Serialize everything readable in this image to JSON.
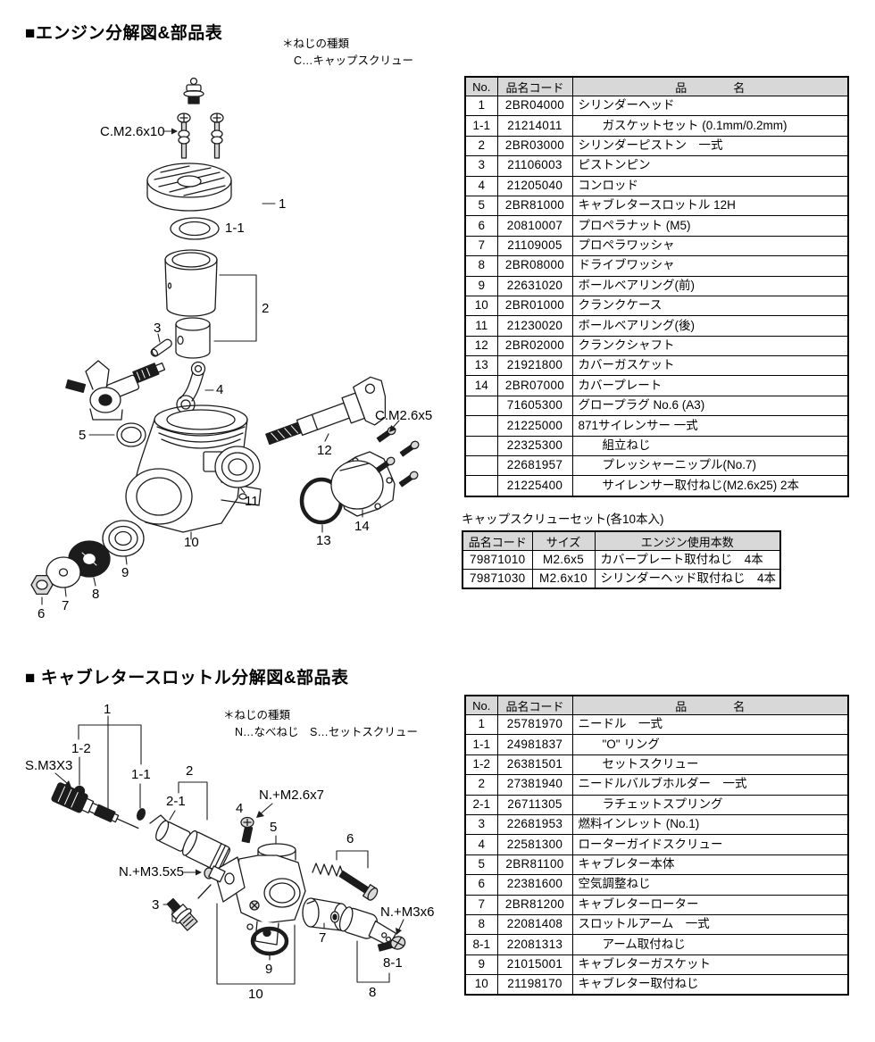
{
  "engine": {
    "title": "■エンジン分解図&部品表",
    "note_line1": "＊ねじの種類",
    "note_line2": "C…キャップスクリュー",
    "labels": {
      "cm2610": "C.M2.6x10",
      "cm265": "C.M2.6x5",
      "p1": "1",
      "p1_1": "1-1",
      "p2": "2",
      "p3": "3",
      "p4": "4",
      "p5": "5",
      "p6": "6",
      "p7": "7",
      "p8": "8",
      "p9": "9",
      "p10": "10",
      "p11": "11",
      "p12": "12",
      "p13": "13",
      "p14": "14"
    },
    "table": {
      "headers": {
        "no": "No.",
        "code": "品名コード",
        "name": "品　　　　名"
      },
      "rows": [
        {
          "no": "1",
          "code": "2BR04000",
          "name": "シリンダーヘッド"
        },
        {
          "no": "1-1",
          "code": "21214011",
          "name": "　　ガスケットセット (0.1mm/0.2mm)"
        },
        {
          "no": "2",
          "code": "2BR03000",
          "name": "シリンダーピストン　一式"
        },
        {
          "no": "3",
          "code": "21106003",
          "name": "ピストンピン"
        },
        {
          "no": "4",
          "code": "21205040",
          "name": "コンロッド"
        },
        {
          "no": "5",
          "code": "2BR81000",
          "name": "キャブレタースロットル 12H"
        },
        {
          "no": "6",
          "code": "20810007",
          "name": "プロペラナット (M5)"
        },
        {
          "no": "7",
          "code": "21109005",
          "name": "プロペラワッシャ"
        },
        {
          "no": "8",
          "code": "2BR08000",
          "name": "ドライブワッシャ"
        },
        {
          "no": "9",
          "code": "22631020",
          "name": "ボールベアリング(前)"
        },
        {
          "no": "10",
          "code": "2BR01000",
          "name": "クランクケース"
        },
        {
          "no": "11",
          "code": "21230020",
          "name": "ボールベアリング(後)"
        },
        {
          "no": "12",
          "code": "2BR02000",
          "name": "クランクシャフト"
        },
        {
          "no": "13",
          "code": "21921800",
          "name": "カバーガスケット"
        },
        {
          "no": "14",
          "code": "2BR07000",
          "name": "カバープレート"
        },
        {
          "no": "",
          "code": "71605300",
          "name": "グロープラグ No.6 (A3)"
        },
        {
          "no": "",
          "code": "21225000",
          "name": "871サイレンサー 一式"
        },
        {
          "no": "",
          "code": "22325300",
          "name": "　　組立ねじ"
        },
        {
          "no": "",
          "code": "22681957",
          "name": "　　プレッシャーニップル(No.7)"
        },
        {
          "no": "",
          "code": "21225400",
          "name": "　　サイレンサー取付ねじ(M2.6x25) 2本"
        }
      ]
    },
    "capset": {
      "caption": "キャップスクリューセット(各10本入)",
      "headers": {
        "code": "品名コード",
        "size": "サイズ",
        "usage": "エンジン使用本数"
      },
      "rows": [
        {
          "code": "79871010",
          "size": "M2.6x5",
          "usage": "カバープレート取付ねじ　4本"
        },
        {
          "code": "79871030",
          "size": "M2.6x10",
          "usage": "シリンダーヘッド取付ねじ　4本"
        }
      ]
    }
  },
  "carb": {
    "title": "■ キャブレタースロットル分解図&部品表",
    "note_line1": "＊ねじの種類",
    "note_line2": "N…なべねじ　S…セットスクリュー",
    "labels": {
      "sm3x3": "S.M3X3",
      "nm267": "N.+M2.6x7",
      "nm3555": "N.+M3.5x5",
      "nm3x6": "N.+M3x6",
      "p1": "1",
      "p1_1": "1-1",
      "p1_2": "1-2",
      "p2": "2",
      "p2_1": "2-1",
      "p3": "3",
      "p4": "4",
      "p5": "5",
      "p6": "6",
      "p7": "7",
      "p8": "8",
      "p8_1": "8-1",
      "p9": "9",
      "p10": "10"
    },
    "table": {
      "headers": {
        "no": "No.",
        "code": "品名コード",
        "name": "品　　　　名"
      },
      "rows": [
        {
          "no": "1",
          "code": "25781970",
          "name": "ニードル　一式"
        },
        {
          "no": "1-1",
          "code": "24981837",
          "name": "　　\"O\" リング"
        },
        {
          "no": "1-2",
          "code": "26381501",
          "name": "　　セットスクリュー"
        },
        {
          "no": "2",
          "code": "27381940",
          "name": "ニードルバルブホルダー　一式"
        },
        {
          "no": "2-1",
          "code": "26711305",
          "name": "　　ラチェットスプリング"
        },
        {
          "no": "3",
          "code": "22681953",
          "name": "燃料インレット (No.1)"
        },
        {
          "no": "4",
          "code": "22581300",
          "name": "ローターガイドスクリュー"
        },
        {
          "no": "5",
          "code": "2BR81100",
          "name": "キャブレター本体"
        },
        {
          "no": "6",
          "code": "22381600",
          "name": "空気調整ねじ"
        },
        {
          "no": "7",
          "code": "2BR81200",
          "name": "キャブレターローター"
        },
        {
          "no": "8",
          "code": "22081408",
          "name": "スロットルアーム　一式"
        },
        {
          "no": "8-1",
          "code": "22081313",
          "name": "　　アーム取付ねじ"
        },
        {
          "no": "9",
          "code": "21015001",
          "name": "キャブレターガスケット"
        },
        {
          "no": "10",
          "code": "21198170",
          "name": "キャブレター取付ねじ"
        }
      ]
    }
  }
}
